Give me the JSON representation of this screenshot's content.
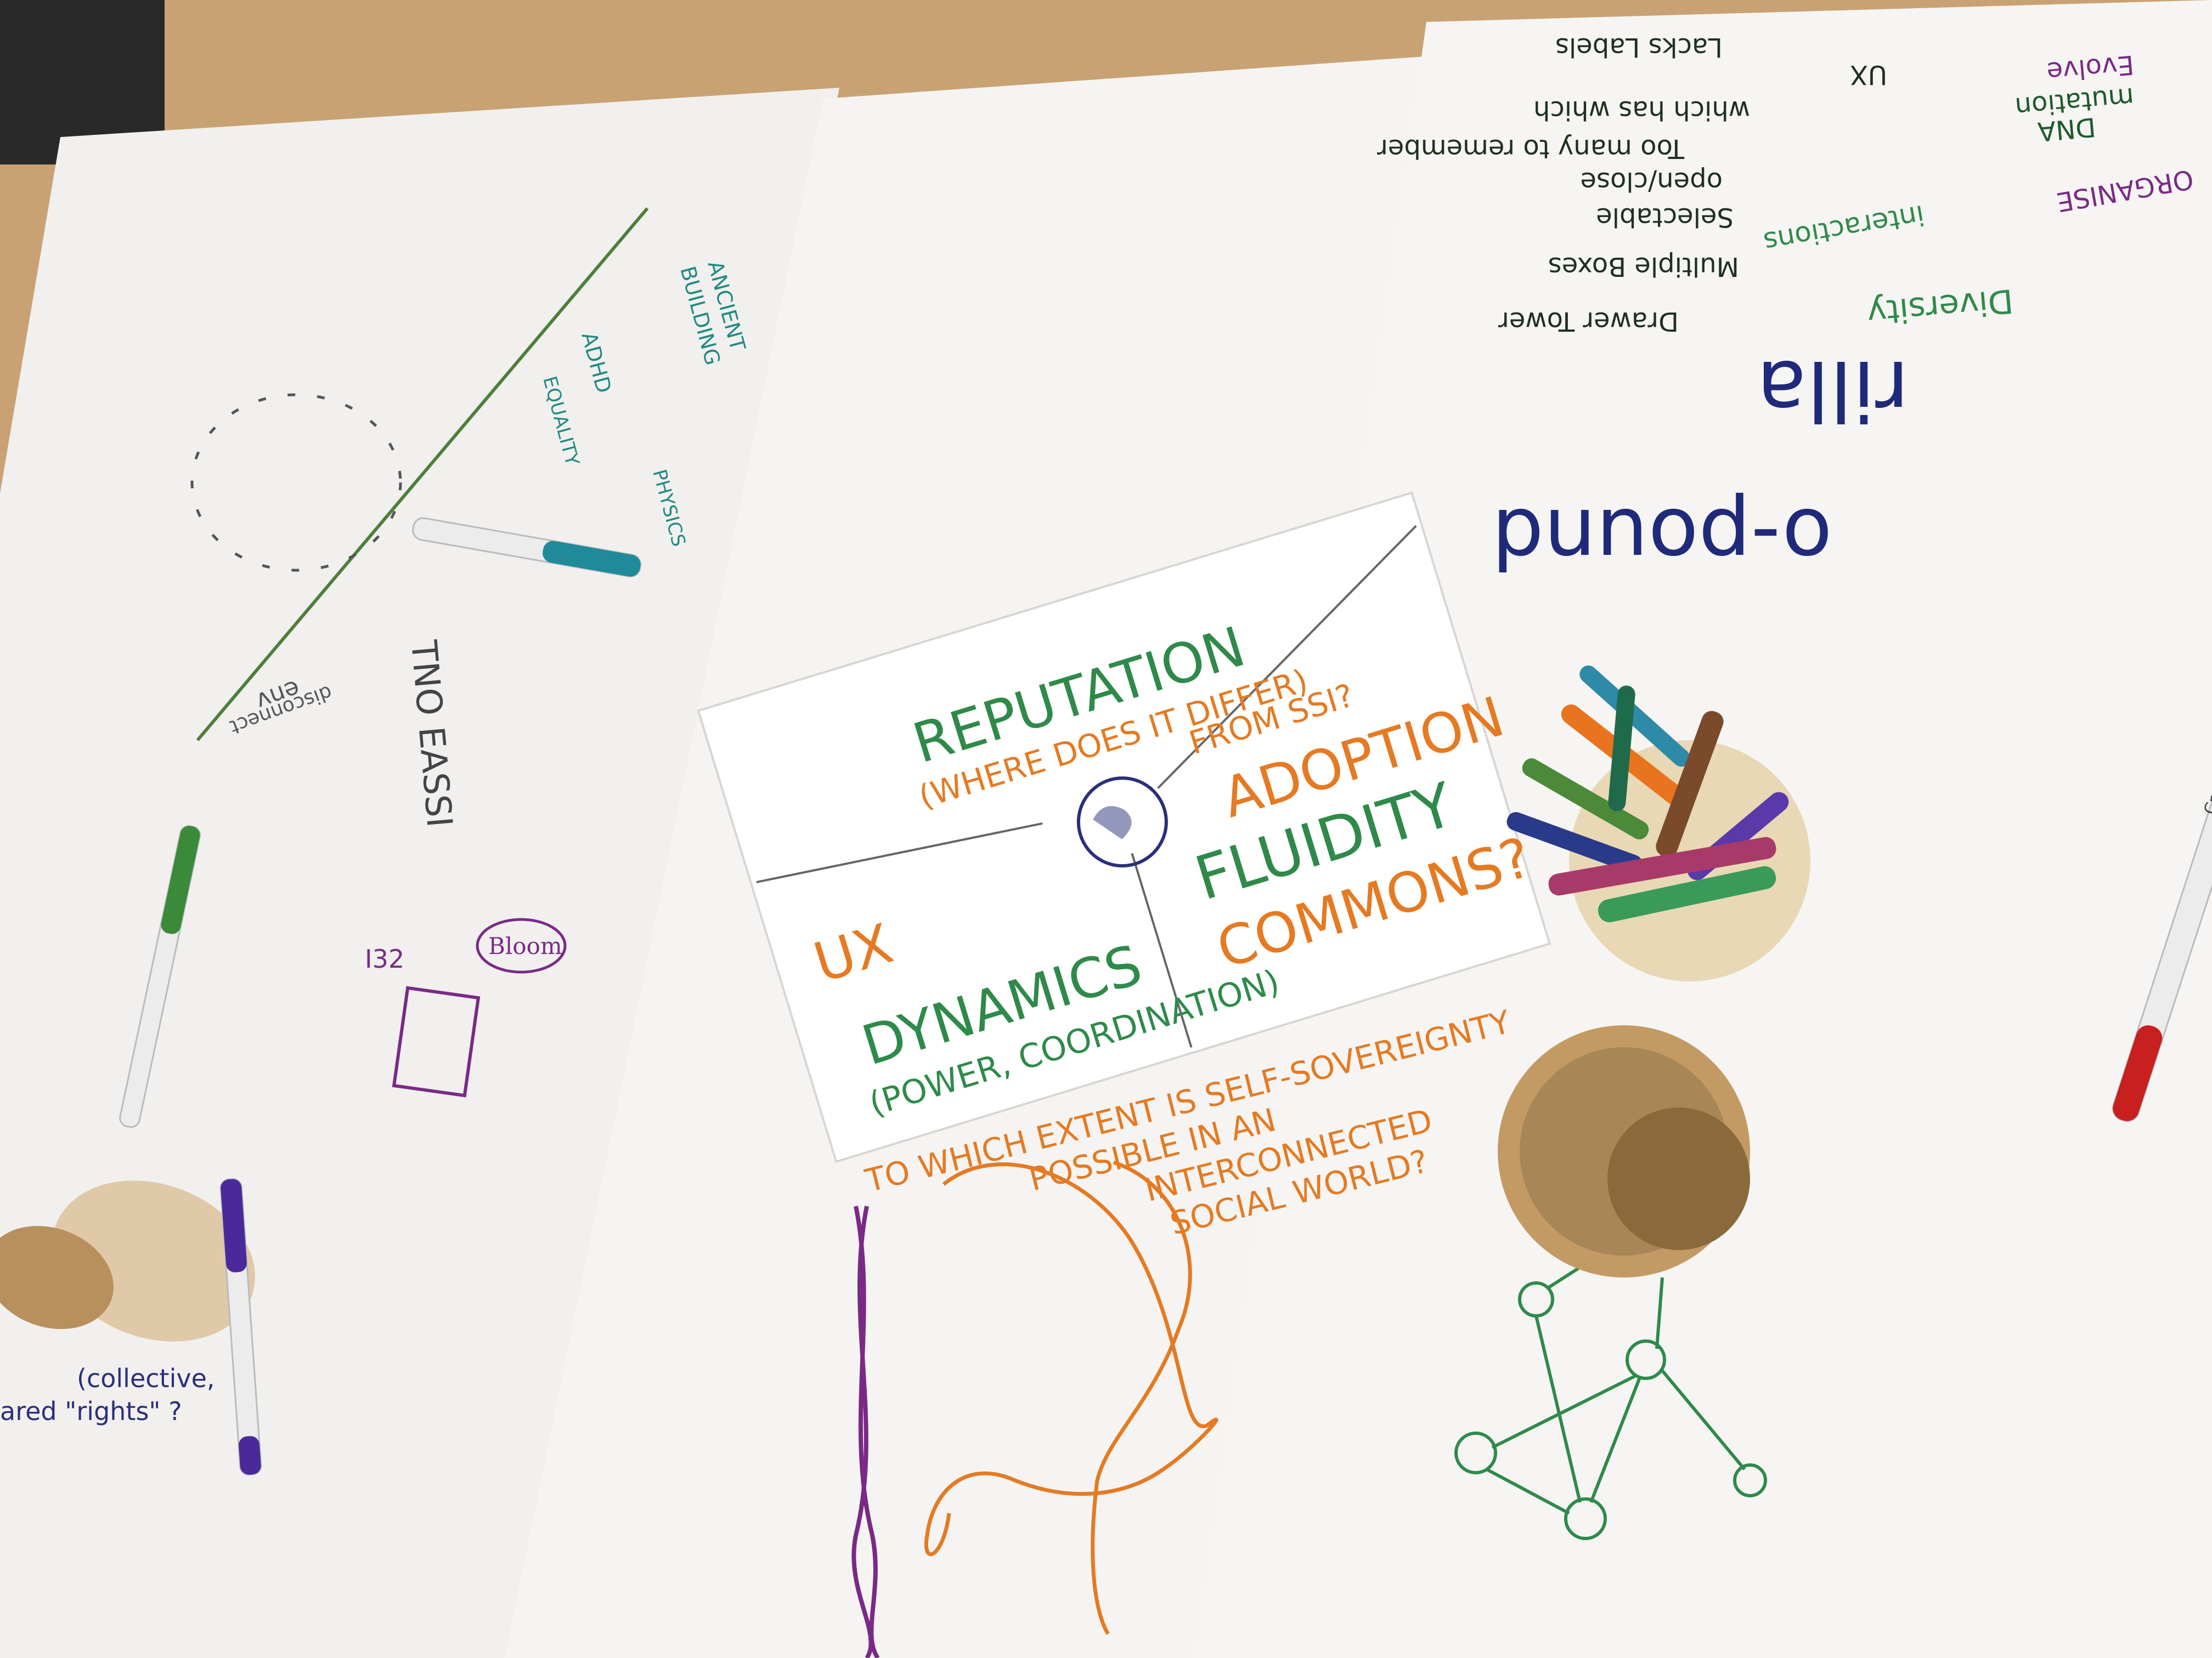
{
  "colors": {
    "table": "#cfa77a",
    "paper": "#f4f3f1",
    "green": "#2f8a4a",
    "orange": "#e57a22",
    "purple": "#7a2a86",
    "teal": "#1f8a84",
    "navy": "#1f2a7a",
    "darkgreen": "#1f5a2c"
  },
  "card": {
    "reputation": "REPUTATION",
    "where_differ": "(WHERE DOES IT DIFFER)",
    "from_ssi": "FROM SSI?",
    "adoption": "ADOPTION",
    "ux": "UX",
    "fluidity": "FLUIDITY",
    "commons": "COMMONS?",
    "dynamics": "DYNAMICS",
    "power": "(POWER, COORDINATION)"
  },
  "notes": {
    "question_1": "TO WHICH EXTENT IS SELF-SOVEREIGNTY",
    "question_2": "POSSIBLE IN AN",
    "question_3": "INTERCONNECTED",
    "question_4": "SOCIAL WORLD?",
    "tno_eassi": "TNO EASSI",
    "bloom": "Bloom",
    "i32": "I32",
    "collective_1": "(collective,",
    "collective_2": "ared \"rights\" ?",
    "ancient": "ANCIENT",
    "building": "BUILDING",
    "adhd": "ADHD",
    "equality": "EQUALITY",
    "physics": "PHYSICS",
    "env": "env",
    "disconnect": "disconnect",
    "rilla": "rilla",
    "o_pound": "o-pound",
    "ux_top": "UX",
    "lacks_labels": "Lacks Labels",
    "which_has_which": "which has which",
    "too_many": "Too many to remember",
    "open_close": "open/close",
    "selectable": "Selectable",
    "interactions": "interactions",
    "multiple_boxes": "Multiple Boxes",
    "drawer_tower": "Drawer Tower",
    "diversity": "Diversity",
    "organise": "ORGANISE",
    "dna": "DNA",
    "mutation": "mutation",
    "evolve": "Evolve",
    "crayola": "Crayola"
  }
}
